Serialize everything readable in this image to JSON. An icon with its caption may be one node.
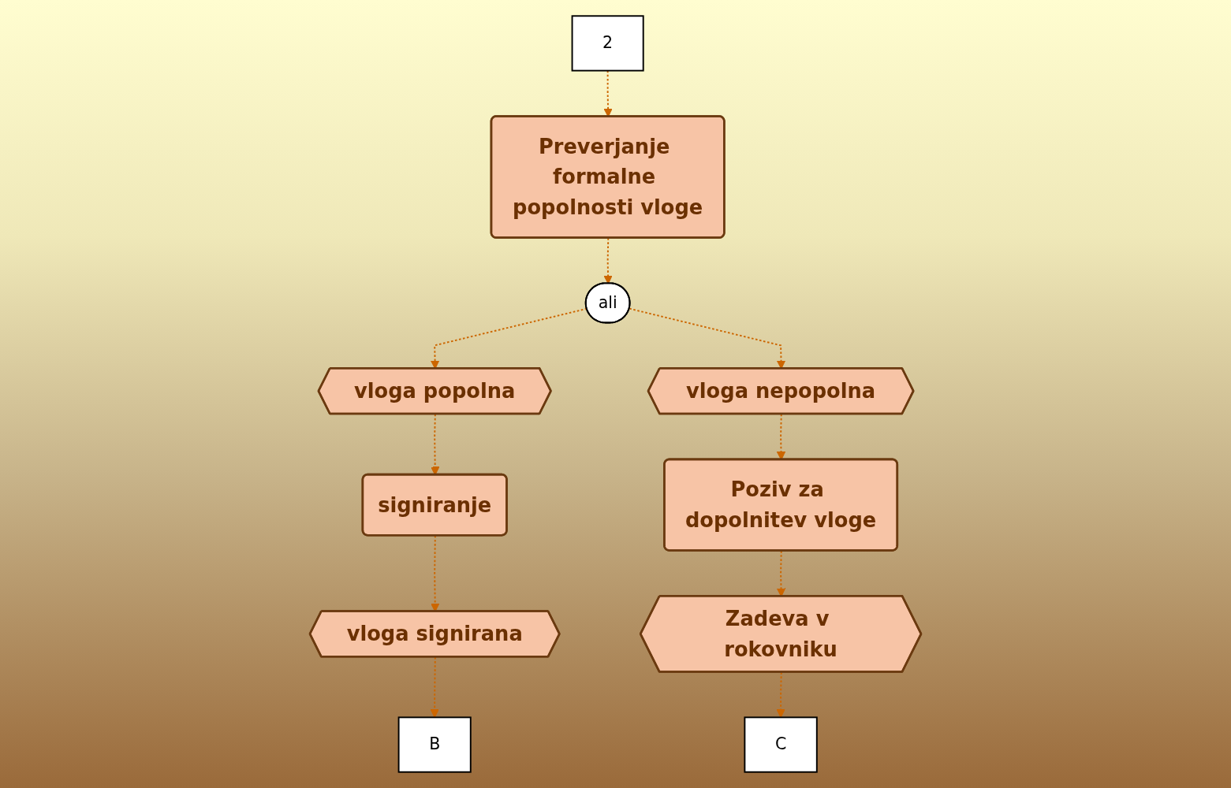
{
  "diagram": {
    "nodes": [
      {
        "text": [
          "2"
        ]
      },
      {
        "text": [
          "Preverjanje formalne popolnosti vloge"
        ]
      },
      {
        "text": [
          "ali"
        ]
      },
      {
        "text": [
          "vloga popolna"
        ]
      },
      {
        "text": [
          "vloga nepopolna"
        ]
      },
      {
        "text": [
          "signiranje"
        ]
      },
      {
        "text": [
          "Poziv za dopolnitev vloge"
        ]
      },
      {
        "text": [
          "vloga signirana"
        ]
      },
      {
        "text": [
          "Zadeva v rokovniku"
        ]
      },
      {
        "text": [
          "B"
        ]
      },
      {
        "text": [
          "C"
        ]
      }
    ],
    "edges": [
      {
        "from": 0,
        "to": 1,
        "arrow": "to",
        "style": "dashed"
      },
      {
        "from": 1,
        "to": 2,
        "arrow": "to",
        "style": "dashed"
      },
      {
        "from": 2,
        "to": 3,
        "arrow": "to",
        "style": "dashed"
      },
      {
        "from": 2,
        "to": 4,
        "arrow": "to",
        "style": "dashed"
      },
      {
        "from": 3,
        "to": 5,
        "arrow": "to",
        "style": "dashed"
      },
      {
        "from": 4,
        "to": 6,
        "arrow": "to",
        "style": "dashed"
      },
      {
        "from": 5,
        "to": 7,
        "arrow": "to",
        "style": "dashed"
      },
      {
        "from": 6,
        "to": 8,
        "arrow": "to",
        "style": "dashed"
      },
      {
        "from": 7,
        "to": 9,
        "arrow": "to",
        "style": "dashed"
      },
      {
        "from": 8,
        "to": 10,
        "arrow": "to",
        "style": "dashed"
      }
    ]
  }
}
